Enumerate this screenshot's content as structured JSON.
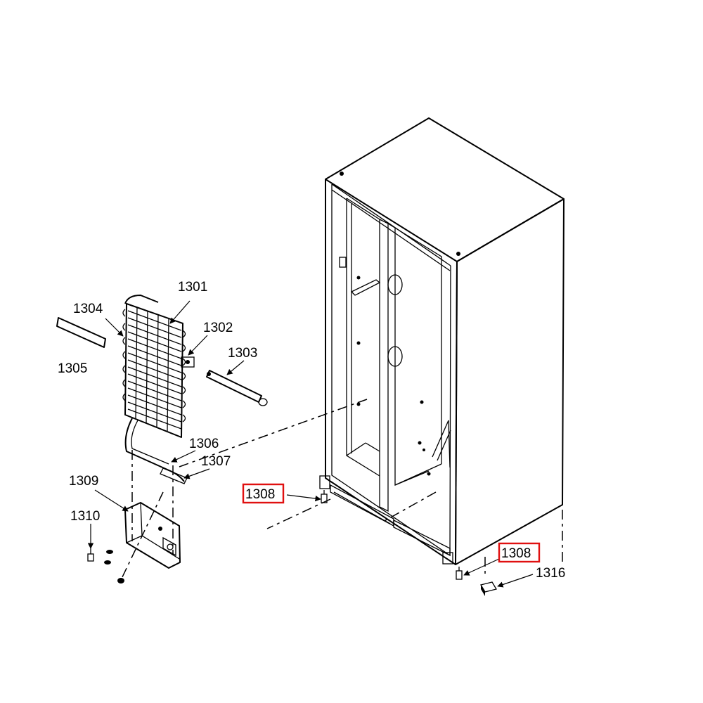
{
  "labels": {
    "l1301": "1301",
    "l1302": "1302",
    "l1303": "1303",
    "l1304": "1304",
    "l1305": "1305",
    "l1306": "1306",
    "l1307": "1307",
    "l1308a": "1308",
    "l1308b": "1308",
    "l1309": "1309",
    "l1310": "1310",
    "l1316": "1316"
  },
  "highlighted": [
    "l1308a",
    "l1308b"
  ],
  "colors": {
    "line": "#000000",
    "highlight": "#e01010",
    "background": "#ffffff"
  }
}
